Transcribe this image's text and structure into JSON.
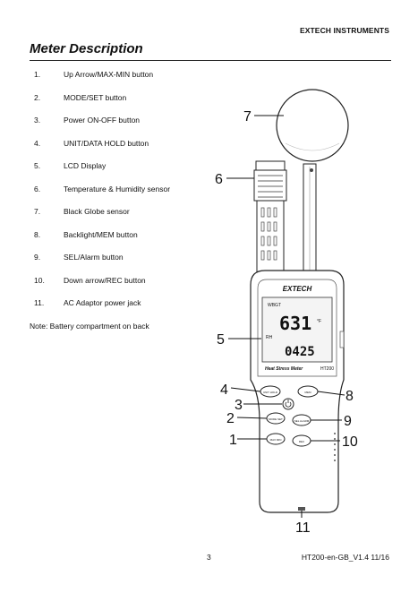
{
  "header": {
    "brand": "EXTECH INSTRUMENTS"
  },
  "title": "Meter Description",
  "items": [
    {
      "num": "1.",
      "label": "Up Arrow/MAX-MIN button"
    },
    {
      "num": "2.",
      "label": "MODE/SET button"
    },
    {
      "num": "3.",
      "label": "Power ON-OFF button"
    },
    {
      "num": "4.",
      "label": "UNIT/DATA HOLD button"
    },
    {
      "num": "5.",
      "label": "LCD Display"
    },
    {
      "num": "6.",
      "label": "Temperature & Humidity sensor"
    },
    {
      "num": "7.",
      "label": "Black Globe sensor"
    },
    {
      "num": "8.",
      "label": "Backlight/MEM button"
    },
    {
      "num": "9.",
      "label": "SEL/Alarm button"
    },
    {
      "num": "10.",
      "label": "Down arrow/REC button"
    },
    {
      "num": "11.",
      "label": "AC Adaptor power jack"
    }
  ],
  "note": "Note: Battery compartment on back",
  "footer": {
    "page": "3",
    "doc": "HT200-en-GB_V1.4   11/16"
  },
  "figure": {
    "callouts": [
      "1",
      "2",
      "3",
      "4",
      "5",
      "6",
      "7",
      "8",
      "9",
      "10",
      "11"
    ],
    "device_brand": "EXTECH",
    "lcd_top_label": "WBGT",
    "lcd_main": "631",
    "lcd_unit": "°F",
    "lcd_secondary": "0425",
    "lcd_rh": "RH",
    "device_name": "Heat Stress Meter",
    "model": "HT200",
    "buttons": {
      "unit_hold": "UNIT HOLD",
      "light_mem": "MEM",
      "mode_set": "MODE SET",
      "sel_alarm": "SEL ALARM",
      "up_maxmin": "MAX MIN",
      "down_rec": "REC"
    }
  }
}
